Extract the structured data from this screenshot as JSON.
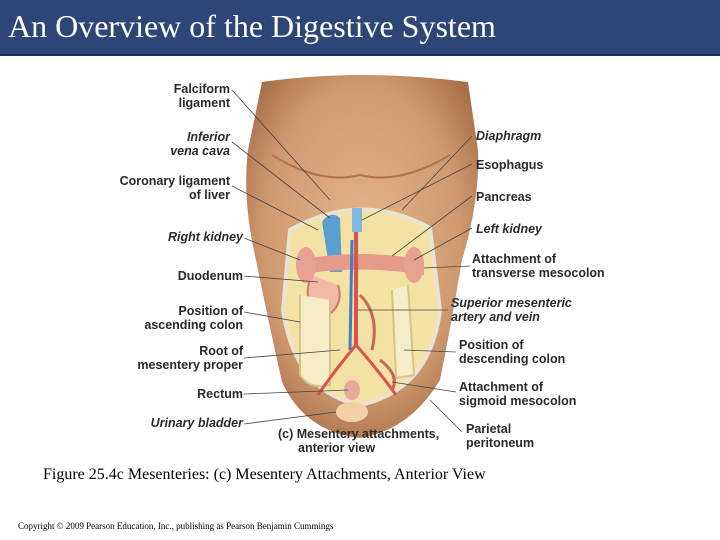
{
  "slide": {
    "title": "An Overview of the Digestive System",
    "caption": "Figure 25.4c Mesenteries: (c) Mesentery Attachments, Anterior View",
    "copyright": "Copyright © 2009 Pearson Education, Inc., publishing as Pearson Benjamin Cummings"
  },
  "labels_left": {
    "falciform_1": "Falciform",
    "falciform_2": "ligament",
    "ivc_1": "Inferior",
    "ivc_2": "vena cava",
    "coronary_1": "Coronary ligament",
    "coronary_2": "of liver",
    "right_kidney": "Right kidney",
    "duodenum": "Duodenum",
    "asc_colon_1": "Position of",
    "asc_colon_2": "ascending colon",
    "root_1": "Root of",
    "root_2": "mesentery proper",
    "rectum": "Rectum",
    "bladder": "Urinary bladder"
  },
  "labels_right": {
    "diaphragm": "Diaphragm",
    "esophagus": "Esophagus",
    "pancreas": "Pancreas",
    "left_kidney": "Left kidney",
    "transverse_1": "Attachment of",
    "transverse_2": "transverse mesocolon",
    "sma_1": "Superior mesenteric",
    "sma_2": "artery and vein",
    "desc_colon_1": "Position of",
    "desc_colon_2": "descending colon",
    "sigmoid_1": "Attachment of",
    "sigmoid_2": "sigmoid mesocolon",
    "parietal_1": "Parietal",
    "parietal_2": "peritoneum"
  },
  "panel": {
    "line1": "(c) Mesentery attachments,",
    "line2": "anterior view"
  },
  "colors": {
    "title_bar": "#2e4677",
    "skin": "#d9a57c",
    "skin_dark": "#b97d55",
    "peritoneum": "#f3e2a3",
    "vein_blue": "#5a9fd0",
    "artery_red": "#d9534f"
  }
}
